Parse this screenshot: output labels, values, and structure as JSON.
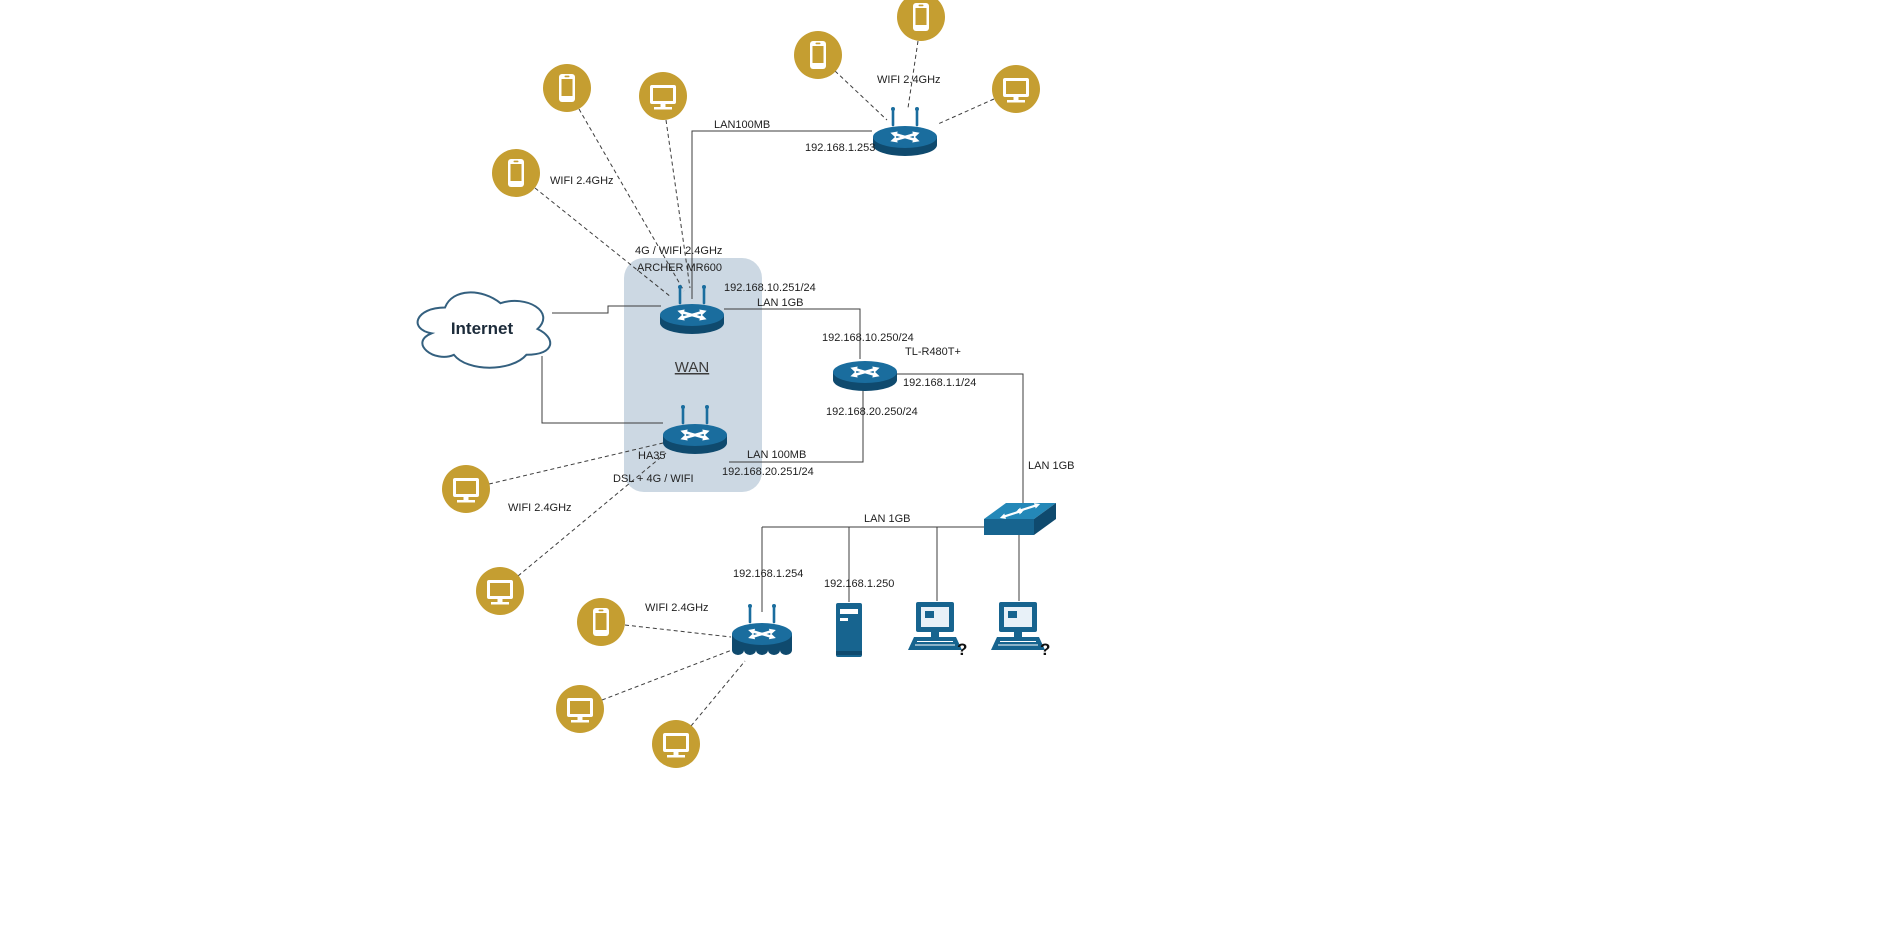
{
  "diagram": {
    "internet": "Internet",
    "wan": "WAN",
    "archer": {
      "conn_label": "4G / WIFI 2.4GHz",
      "model": "ARCHER MR600",
      "ip": "192.168.10.251/24",
      "lan_label": "LAN 1GB"
    },
    "ha35": {
      "model": "HA35",
      "conn_label": "DSL + 4G / WIFI",
      "ip": "192.168.20.251/24",
      "lan_label": "LAN 100MB"
    },
    "tl_r480t": {
      "model": "TL-R480T+",
      "ip_top": "192.168.10.250/24",
      "ip_lan": "192.168.1.1/24",
      "ip_bottom": "192.168.20.250/24",
      "lan_label": "LAN 1GB"
    },
    "ap_top": {
      "wifi_label": "WIFI 2.4GHz",
      "ip": "192.168.1.253",
      "lan_label": "LAN100MB"
    },
    "ap_bottom": {
      "wifi_label": "WIFI 2.4GHz",
      "ip": "192.168.1.254"
    },
    "switch_lan_label": "LAN 1GB",
    "server_ip": "192.168.1.250",
    "pc1_mark": "?",
    "pc2_mark": "?",
    "wifi_top_left": "WIFI 2.4GHz",
    "wifi_left": "WIFI 2.4GHz"
  },
  "icons": {
    "cloud": "internet-cloud-icon",
    "router": "router-icon",
    "wireless_router": "wireless-router-icon",
    "access_point": "access-point-icon",
    "switch": "network-switch-icon",
    "server": "server-icon",
    "desktop": "desktop-computer-icon",
    "phone": "smartphone-icon",
    "monitor": "monitor-icon"
  },
  "colors": {
    "device_blue": "#17648f",
    "device_blue_dark": "#0f4a6e",
    "device_blue_light": "#2488b8",
    "client_gold": "#c59e31",
    "wan_zone_fill": "#ccd8e3",
    "line": "#3d3d3d",
    "cloud_stroke": "#34607f"
  }
}
